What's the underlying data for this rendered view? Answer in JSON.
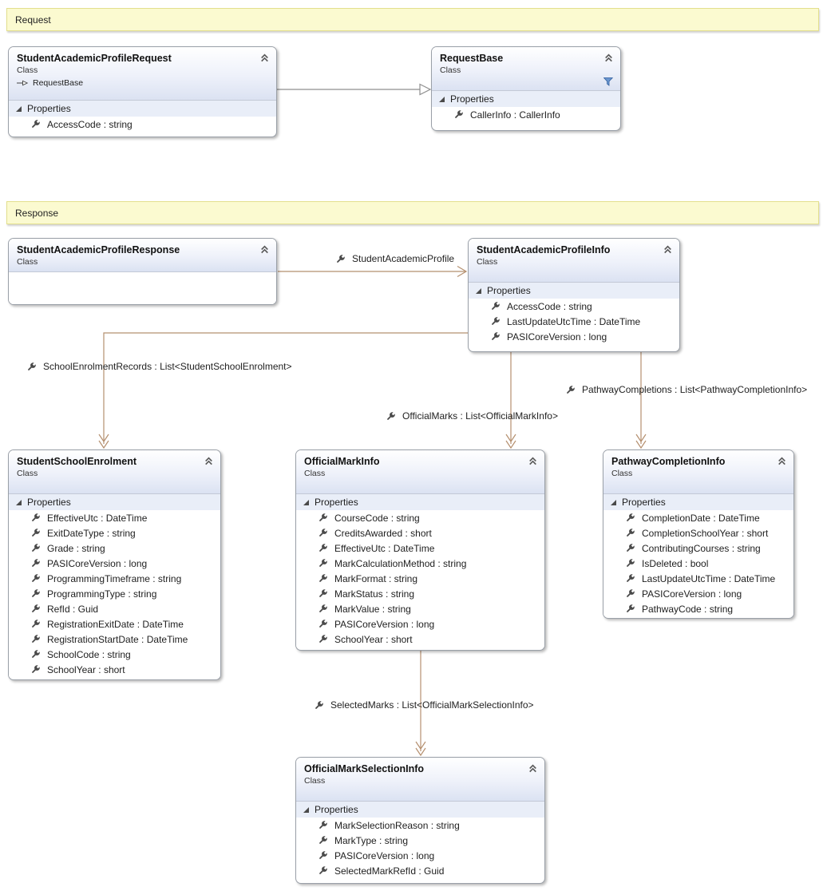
{
  "comments": {
    "request": "Request",
    "response": "Response"
  },
  "classes": {
    "sap_request": {
      "title": "StudentAcademicProfileRequest",
      "kind": "Class",
      "base": "RequestBase",
      "section": "Properties",
      "properties": [
        "AccessCode : string"
      ]
    },
    "request_base": {
      "title": "RequestBase",
      "kind": "Class",
      "section": "Properties",
      "properties": [
        "CallerInfo : CallerInfo"
      ]
    },
    "sap_response": {
      "title": "StudentAcademicProfileResponse",
      "kind": "Class"
    },
    "sap_info": {
      "title": "StudentAcademicProfileInfo",
      "kind": "Class",
      "section": "Properties",
      "properties": [
        "AccessCode : string",
        "LastUpdateUtcTime : DateTime",
        "PASICoreVersion : long"
      ]
    },
    "enrolment": {
      "title": "StudentSchoolEnrolment",
      "kind": "Class",
      "section": "Properties",
      "properties": [
        "EffectiveUtc : DateTime",
        "ExitDateType : string",
        "Grade : string",
        "PASICoreVersion : long",
        "ProgrammingTimeframe : string",
        "ProgrammingType : string",
        "RefId : Guid",
        "RegistrationExitDate : DateTime",
        "RegistrationStartDate : DateTime",
        "SchoolCode : string",
        "SchoolYear : short"
      ]
    },
    "mark_info": {
      "title": "OfficialMarkInfo",
      "kind": "Class",
      "section": "Properties",
      "properties": [
        "CourseCode : string",
        "CreditsAwarded : short",
        "EffectiveUtc : DateTime",
        "MarkCalculationMethod : string",
        "MarkFormat : string",
        "MarkStatus : string",
        "MarkValue : string",
        "PASICoreVersion : long",
        "SchoolYear : short"
      ]
    },
    "pathway": {
      "title": "PathwayCompletionInfo",
      "kind": "Class",
      "section": "Properties",
      "properties": [
        "CompletionDate : DateTime",
        "CompletionSchoolYear : short",
        "ContributingCourses : string",
        "IsDeleted : bool",
        "LastUpdateUtcTime : DateTime",
        "PASICoreVersion : long",
        "PathwayCode : string"
      ]
    },
    "selection": {
      "title": "OfficialMarkSelectionInfo",
      "kind": "Class",
      "section": "Properties",
      "properties": [
        "MarkSelectionReason : string",
        "MarkType : string",
        "PASICoreVersion : long",
        "SelectedMarkRefId : Guid"
      ]
    }
  },
  "connectors": {
    "student_academic_profile": "StudentAcademicProfile",
    "school_enrolment_records": "SchoolEnrolmentRecords : List<StudentSchoolEnrolment>",
    "official_marks": "OfficialMarks : List<OfficialMarkInfo>",
    "pathway_completions": "PathwayCompletions : List<PathwayCompletionInfo>",
    "selected_marks": "SelectedMarks : List<OfficialMarkSelectionInfo>"
  },
  "colors": {
    "comment_bg": "#fbfad0",
    "comment_border": "#e3df8d",
    "association": "#b5906f",
    "inheritance": "#8f8f8f",
    "filter_icon": "#6b96cf",
    "header_gradient_bottom": "#dbe2f2"
  }
}
